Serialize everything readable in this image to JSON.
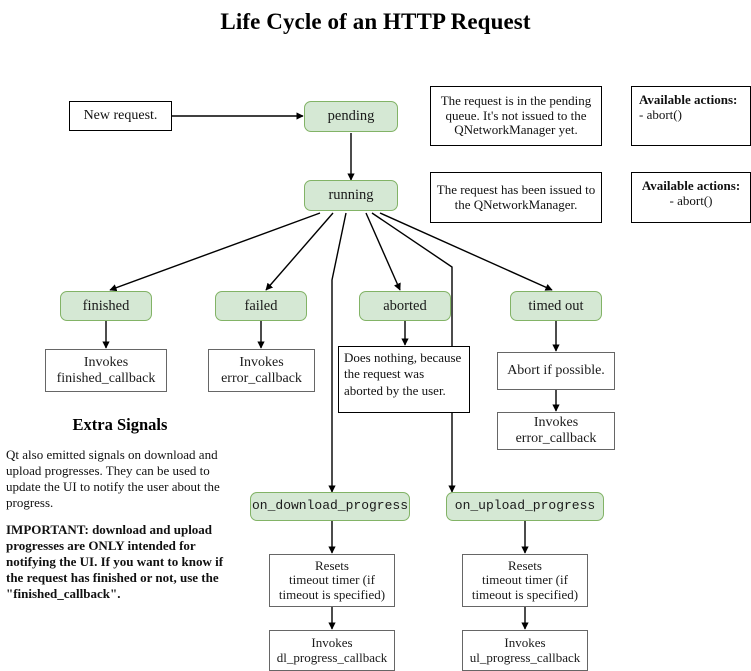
{
  "title": "Life Cycle of an HTTP Request",
  "colors": {
    "state_fill": "#d5e8d4",
    "state_border": "#82b366",
    "box_border_gray": "#666666",
    "box_border_black": "#000000",
    "edge": "#000000",
    "background": "#ffffff"
  },
  "nodes": {
    "new_request": "New request.",
    "pending": "pending",
    "running": "running",
    "finished": "finished",
    "failed": "failed",
    "aborted": "aborted",
    "timed_out": "timed out",
    "on_download_progress": "on_download_progress",
    "on_upload_progress": "on_upload_progress",
    "invokes_finished_callback": "Invokes\nfinished_callback",
    "invokes_error_callback": "Invokes\nerror_callback",
    "aborted_note": "Does nothing, because the request was aborted by the user.",
    "abort_if_possible": "Abort if possible.",
    "invokes_error_callback_timeout": "Invokes\nerror_callback",
    "resets_timeout_timer_dl": "Resets\ntimeout timer (if\ntimeout is specified)",
    "resets_timeout_timer_ul": "Resets\ntimeout timer (if\ntimeout is specified)",
    "invokes_dl_progress_callback": "Invokes\ndl_progress_callback",
    "invokes_ul_progress_callback": "Invokes\nul_progress_callback"
  },
  "annotations": {
    "pending_description": "The request is in the pending queue. It's not issued to the QNetworkManager yet.",
    "pending_actions_heading": "Available actions:",
    "pending_actions_list": "- abort()",
    "running_description": "The request has been issued to the QNetworkManager.",
    "running_actions_heading": "Available actions:",
    "running_actions_list": "- abort()"
  },
  "extra_signals": {
    "heading": "Extra Signals",
    "paragraph_1": "Qt also emitted signals on download and upload progresses. They can be used to update the UI to notify the user about the progress.",
    "paragraph_2": "IMPORTANT: download and upload progresses are ONLY intended for notifying the UI. If you want to know if the request has finished or not, use the \"finished_callback\"."
  },
  "edges": [
    {
      "from": "new_request",
      "to": "pending"
    },
    {
      "from": "pending",
      "to": "running"
    },
    {
      "from": "running",
      "to": "finished"
    },
    {
      "from": "running",
      "to": "failed"
    },
    {
      "from": "running",
      "to": "aborted"
    },
    {
      "from": "running",
      "to": "timed_out"
    },
    {
      "from": "running",
      "to": "on_download_progress"
    },
    {
      "from": "running",
      "to": "on_upload_progress"
    },
    {
      "from": "finished",
      "to": "invokes_finished_callback"
    },
    {
      "from": "failed",
      "to": "invokes_error_callback"
    },
    {
      "from": "aborted",
      "to": "aborted_note"
    },
    {
      "from": "timed_out",
      "to": "abort_if_possible"
    },
    {
      "from": "abort_if_possible",
      "to": "invokes_error_callback_timeout"
    },
    {
      "from": "on_download_progress",
      "to": "resets_timeout_timer_dl"
    },
    {
      "from": "resets_timeout_timer_dl",
      "to": "invokes_dl_progress_callback"
    },
    {
      "from": "on_upload_progress",
      "to": "resets_timeout_timer_ul"
    },
    {
      "from": "resets_timeout_timer_ul",
      "to": "invokes_ul_progress_callback"
    }
  ]
}
